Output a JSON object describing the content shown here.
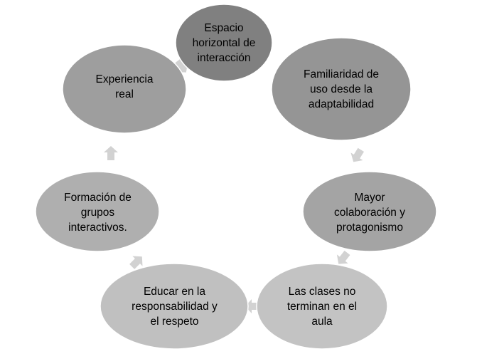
{
  "diagram": {
    "type": "cycle",
    "nodes": [
      {
        "id": "n1",
        "label": "Espacio\nhorizontal de\ninteracción",
        "fill": "#808080"
      },
      {
        "id": "n2",
        "label": "Familiaridad de\nuso desde la\nadaptabilidad",
        "fill": "#959595"
      },
      {
        "id": "n3",
        "label": "Mayor\ncolaboración y\nprotagonismo",
        "fill": "#a4a4a4"
      },
      {
        "id": "n4",
        "label": "Las clases no\nterminan en el\naula",
        "fill": "#c3c3c3"
      },
      {
        "id": "n5",
        "label": "Educar en la\nresponsabilidad y\nel respeto",
        "fill": "#c0c0c0"
      },
      {
        "id": "n6",
        "label": "Formación de\ngrupos\ninteractivos.",
        "fill": "#afafaf"
      },
      {
        "id": "n7",
        "label": "Experiencia\nreal",
        "fill": "#9e9e9e"
      }
    ],
    "edges": [
      {
        "from": "n1",
        "to": "n2"
      },
      {
        "from": "n2",
        "to": "n3"
      },
      {
        "from": "n3",
        "to": "n4"
      },
      {
        "from": "n4",
        "to": "n5"
      },
      {
        "from": "n5",
        "to": "n6"
      },
      {
        "from": "n6",
        "to": "n7"
      },
      {
        "from": "n7",
        "to": "n1"
      }
    ],
    "node_stroke": "#ffffff",
    "arrow_fill": "#d2d2d2"
  }
}
